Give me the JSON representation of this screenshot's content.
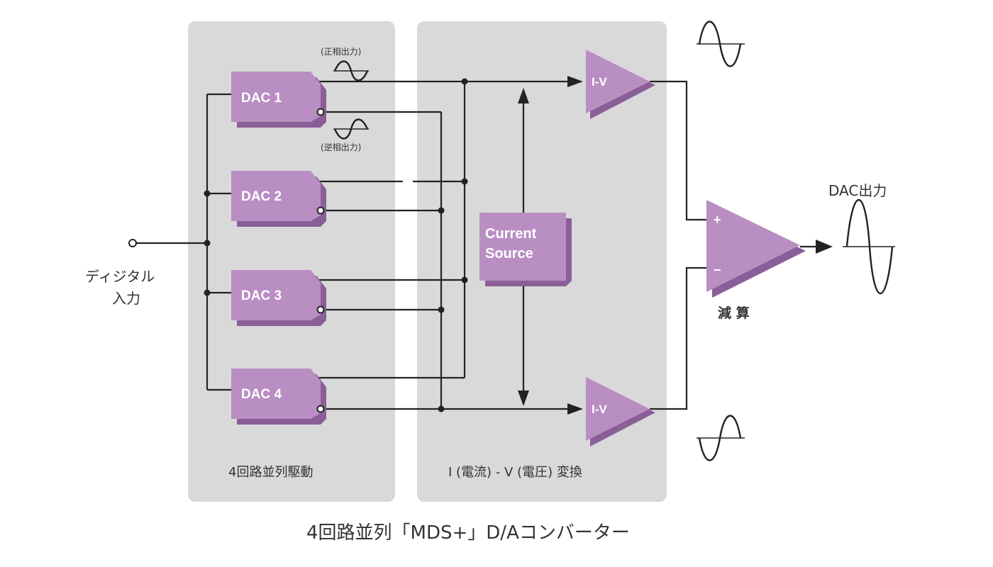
{
  "diagram": {
    "caption": "4回路並列「MDS+」D/Aコンバーター",
    "input_label": [
      "ディジタル",
      "入力"
    ],
    "output_label": "DAC出力",
    "positive_phase_label": "(正相出力)",
    "negative_phase_label": "(逆相出力)",
    "panels": {
      "left": "4回路並列駆動",
      "right": "I (電流) - V (電圧) 変換"
    },
    "dacs": [
      "DAC 1",
      "DAC 2",
      "DAC 3",
      "DAC 4"
    ],
    "iv_converters": [
      "I-V",
      "I-V"
    ],
    "current_source": [
      "Current",
      "Source"
    ],
    "subtractor": {
      "label": "減 算",
      "plus": "+",
      "minus": "−"
    },
    "colors": {
      "panel": "#d9d9d9",
      "block": "#b98ec3",
      "block_shadow": "#8a5f98",
      "block_text": "#ffffff",
      "wire": "#222222"
    }
  }
}
